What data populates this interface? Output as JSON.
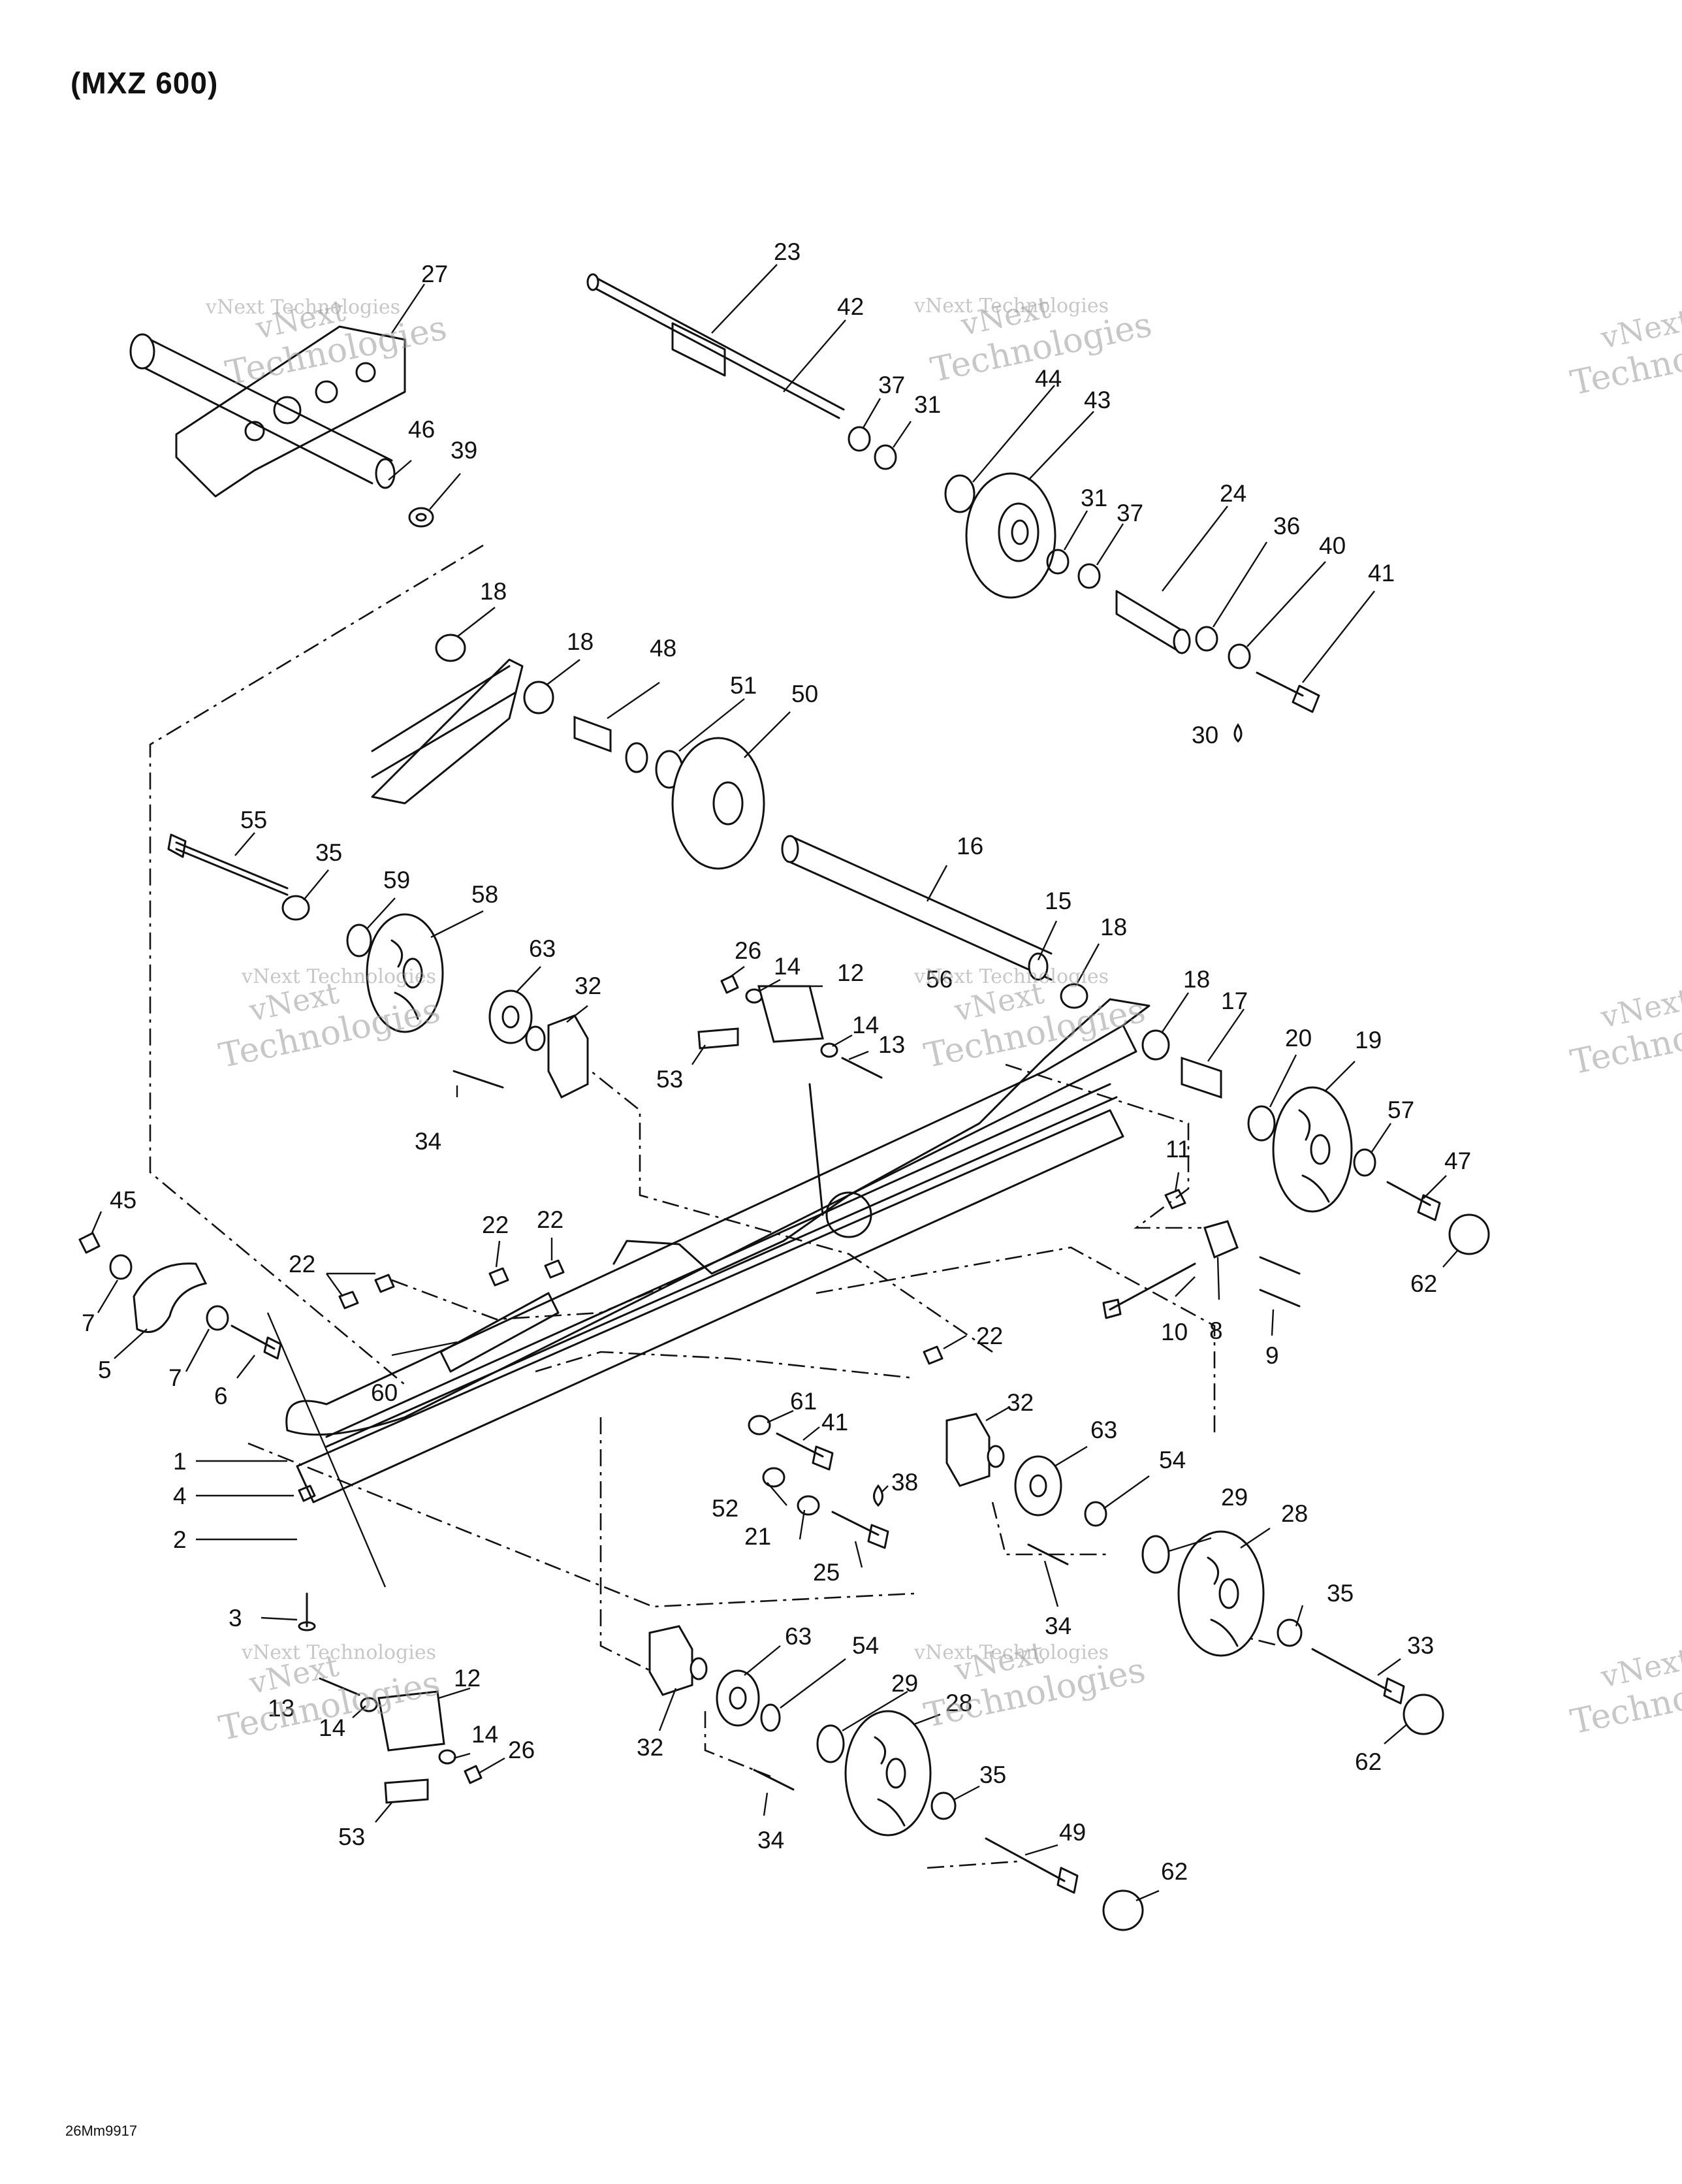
{
  "title": "(MXZ 600)",
  "drawing_code": "26Mm9917",
  "watermark": {
    "line1": "vNext",
    "line2": "Technologies",
    "small": "vNext Technologies"
  },
  "callouts": [
    {
      "id": "c27",
      "n": "27"
    },
    {
      "id": "c46",
      "n": "46"
    },
    {
      "id": "c39",
      "n": "39"
    },
    {
      "id": "c23",
      "n": "23"
    },
    {
      "id": "c42",
      "n": "42"
    },
    {
      "id": "c37a",
      "n": "37"
    },
    {
      "id": "c31a",
      "n": "31"
    },
    {
      "id": "c44",
      "n": "44"
    },
    {
      "id": "c43",
      "n": "43"
    },
    {
      "id": "c31b",
      "n": "31"
    },
    {
      "id": "c37b",
      "n": "37"
    },
    {
      "id": "c24",
      "n": "24"
    },
    {
      "id": "c36",
      "n": "36"
    },
    {
      "id": "c40",
      "n": "40"
    },
    {
      "id": "c41a",
      "n": "41"
    },
    {
      "id": "c30",
      "n": "30"
    },
    {
      "id": "c18a",
      "n": "18"
    },
    {
      "id": "c18b",
      "n": "18"
    },
    {
      "id": "c48",
      "n": "48"
    },
    {
      "id": "c51",
      "n": "51"
    },
    {
      "id": "c50",
      "n": "50"
    },
    {
      "id": "c55",
      "n": "55"
    },
    {
      "id": "c35a",
      "n": "35"
    },
    {
      "id": "c59",
      "n": "59"
    },
    {
      "id": "c58",
      "n": "58"
    },
    {
      "id": "c63a",
      "n": "63"
    },
    {
      "id": "c32a",
      "n": "32"
    },
    {
      "id": "c34a",
      "n": "34"
    },
    {
      "id": "c16",
      "n": "16"
    },
    {
      "id": "c15",
      "n": "15"
    },
    {
      "id": "c18c",
      "n": "18"
    },
    {
      "id": "c26a",
      "n": "26"
    },
    {
      "id": "c14a",
      "n": "14"
    },
    {
      "id": "c12a",
      "n": "12"
    },
    {
      "id": "c56",
      "n": "56"
    },
    {
      "id": "c14b",
      "n": "14"
    },
    {
      "id": "c13a",
      "n": "13"
    },
    {
      "id": "c53a",
      "n": "53"
    },
    {
      "id": "c18d",
      "n": "18"
    },
    {
      "id": "c17",
      "n": "17"
    },
    {
      "id": "c20",
      "n": "20"
    },
    {
      "id": "c19",
      "n": "19"
    },
    {
      "id": "c57",
      "n": "57"
    },
    {
      "id": "c47",
      "n": "47"
    },
    {
      "id": "c11",
      "n": "11"
    },
    {
      "id": "c62a",
      "n": "62"
    },
    {
      "id": "c10",
      "n": "10"
    },
    {
      "id": "c8",
      "n": "8"
    },
    {
      "id": "c9",
      "n": "9"
    },
    {
      "id": "c45",
      "n": "45"
    },
    {
      "id": "c7a",
      "n": "7"
    },
    {
      "id": "c5",
      "n": "5"
    },
    {
      "id": "c7b",
      "n": "7"
    },
    {
      "id": "c6",
      "n": "6"
    },
    {
      "id": "c22a",
      "n": "22"
    },
    {
      "id": "c22b",
      "n": "22"
    },
    {
      "id": "c22c",
      "n": "22"
    },
    {
      "id": "c22d",
      "n": "22"
    },
    {
      "id": "c60",
      "n": "60"
    },
    {
      "id": "c1",
      "n": "1"
    },
    {
      "id": "c4",
      "n": "4"
    },
    {
      "id": "c2",
      "n": "2"
    },
    {
      "id": "c3",
      "n": "3"
    },
    {
      "id": "c61",
      "n": "61"
    },
    {
      "id": "c41b",
      "n": "41"
    },
    {
      "id": "c52",
      "n": "52"
    },
    {
      "id": "c38",
      "n": "38"
    },
    {
      "id": "c21",
      "n": "21"
    },
    {
      "id": "c25",
      "n": "25"
    },
    {
      "id": "c32b",
      "n": "32"
    },
    {
      "id": "c63b",
      "n": "63"
    },
    {
      "id": "c54a",
      "n": "54"
    },
    {
      "id": "c29a",
      "n": "29"
    },
    {
      "id": "c28a",
      "n": "28"
    },
    {
      "id": "c34b",
      "n": "34"
    },
    {
      "id": "c35b",
      "n": "35"
    },
    {
      "id": "c33",
      "n": "33"
    },
    {
      "id": "c62b",
      "n": "62"
    },
    {
      "id": "c13b",
      "n": "13"
    },
    {
      "id": "c12b",
      "n": "12"
    },
    {
      "id": "c14c",
      "n": "14"
    },
    {
      "id": "c14d",
      "n": "14"
    },
    {
      "id": "c26b",
      "n": "26"
    },
    {
      "id": "c53b",
      "n": "53"
    },
    {
      "id": "c32c",
      "n": "32"
    },
    {
      "id": "c63c",
      "n": "63"
    },
    {
      "id": "c54b",
      "n": "54"
    },
    {
      "id": "c29b",
      "n": "29"
    },
    {
      "id": "c28b",
      "n": "28"
    },
    {
      "id": "c34c",
      "n": "34"
    },
    {
      "id": "c35c",
      "n": "35"
    },
    {
      "id": "c49",
      "n": "49"
    },
    {
      "id": "c62c",
      "n": "62"
    }
  ]
}
